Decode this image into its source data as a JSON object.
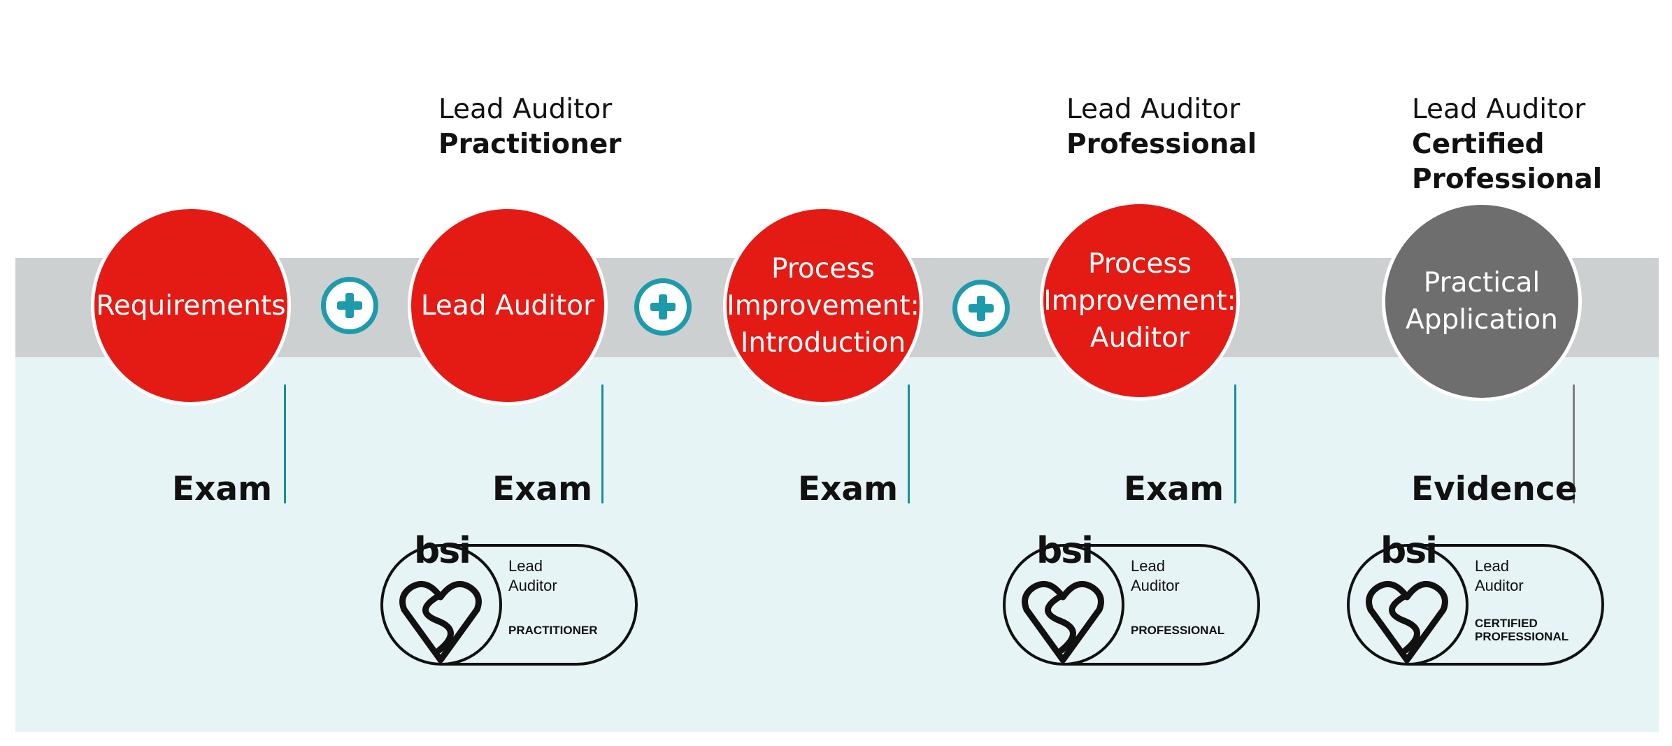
{
  "headings": [
    {
      "light": "Lead Auditor",
      "bold": "Practitioner"
    },
    {
      "light": "Lead Auditor",
      "bold": "Professional"
    },
    {
      "light": "Lead Auditor",
      "bold": "Certified\nProfessional"
    }
  ],
  "steps": [
    {
      "circle": "Requirements",
      "label": "Exam"
    },
    {
      "circle": "Lead Auditor",
      "label": "Exam"
    },
    {
      "circle": "Process\nImprovement:\nIntroduction",
      "label": "Exam"
    },
    {
      "circle": "Process\nImprovement:\nAuditor",
      "label": "Exam"
    },
    {
      "circle": "Practical\nApplication",
      "label": "Evidence"
    }
  ],
  "marks": [
    {
      "brand": "bsi",
      "line1": "Lead",
      "line2": "Auditor",
      "level": "PRACTITIONER"
    },
    {
      "brand": "bsi",
      "line1": "Lead",
      "line2": "Auditor",
      "level": "PROFESSIONAL"
    },
    {
      "brand": "bsi",
      "line1": "Lead",
      "line2": "Auditor",
      "level_line1": "CERTIFIED",
      "level_line2": "PROFESSIONAL"
    }
  ],
  "colors": {
    "red": "#e31b14",
    "gray_circle": "#6e6e6e",
    "teal": "#1e9bab",
    "band_gray": "#cdd0d1",
    "band_light": "#e6f4f5"
  },
  "icons": [
    "plus-icon",
    "bsi-kitemark-icon"
  ]
}
